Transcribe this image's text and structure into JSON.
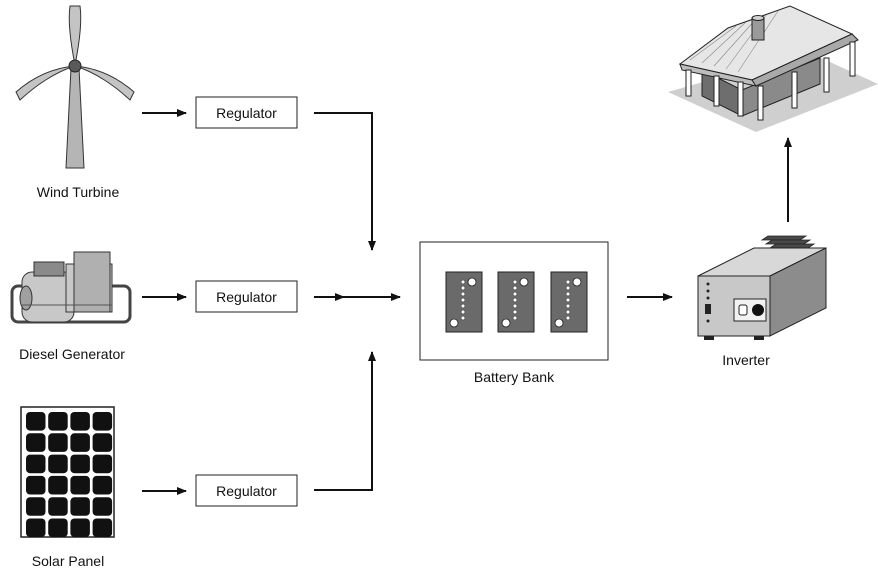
{
  "sources": {
    "wind": {
      "label": "Wind Turbine",
      "icon": "wind-turbine-icon"
    },
    "diesel": {
      "label": "Diesel Generator",
      "icon": "diesel-generator-icon"
    },
    "solar": {
      "label": "Solar Panel",
      "icon": "solar-panel-icon"
    }
  },
  "regulators": [
    "Regulator",
    "Regulator",
    "Regulator"
  ],
  "battery_bank": {
    "label": "Battery Bank",
    "battery_count": 3
  },
  "inverter": {
    "label": "Inverter"
  },
  "load": {
    "icon": "house-icon"
  },
  "colors": {
    "line": "#111111",
    "device_gray": "#c8c8c8",
    "dark_gray": "#4a4a4a",
    "cell_black": "#111111"
  }
}
